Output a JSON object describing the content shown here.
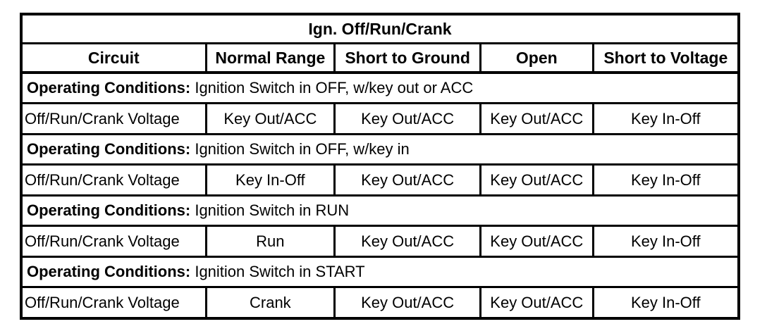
{
  "table": {
    "title": "Ign. Off/Run/Crank",
    "columns": [
      "Circuit",
      "Normal Range",
      "Short to Ground",
      "Open",
      "Short to Voltage"
    ],
    "condition_label": "Operating Conditions:",
    "sections": [
      {
        "condition": "Ignition Switch in OFF, w/key out or ACC",
        "row": {
          "circuit": "Off/Run/Crank Voltage",
          "normal_range": "Key Out/ACC",
          "short_to_ground": "Key Out/ACC",
          "open": "Key Out/ACC",
          "short_to_voltage": "Key In-Off"
        }
      },
      {
        "condition": "Ignition Switch in OFF, w/key in",
        "row": {
          "circuit": "Off/Run/Crank Voltage",
          "normal_range": "Key In-Off",
          "short_to_ground": "Key Out/ACC",
          "open": "Key Out/ACC",
          "short_to_voltage": "Key In-Off"
        }
      },
      {
        "condition": "Ignition Switch in RUN",
        "row": {
          "circuit": "Off/Run/Crank Voltage",
          "normal_range": "Run",
          "short_to_ground": "Key Out/ACC",
          "open": "Key Out/ACC",
          "short_to_voltage": "Key In-Off"
        }
      },
      {
        "condition": "Ignition Switch in START",
        "row": {
          "circuit": "Off/Run/Crank Voltage",
          "normal_range": "Crank",
          "short_to_ground": "Key Out/ACC",
          "open": "Key Out/ACC",
          "short_to_voltage": "Key In-Off"
        }
      }
    ]
  },
  "colors": {
    "border": "#000000",
    "background": "#ffffff",
    "text": "#000000"
  }
}
